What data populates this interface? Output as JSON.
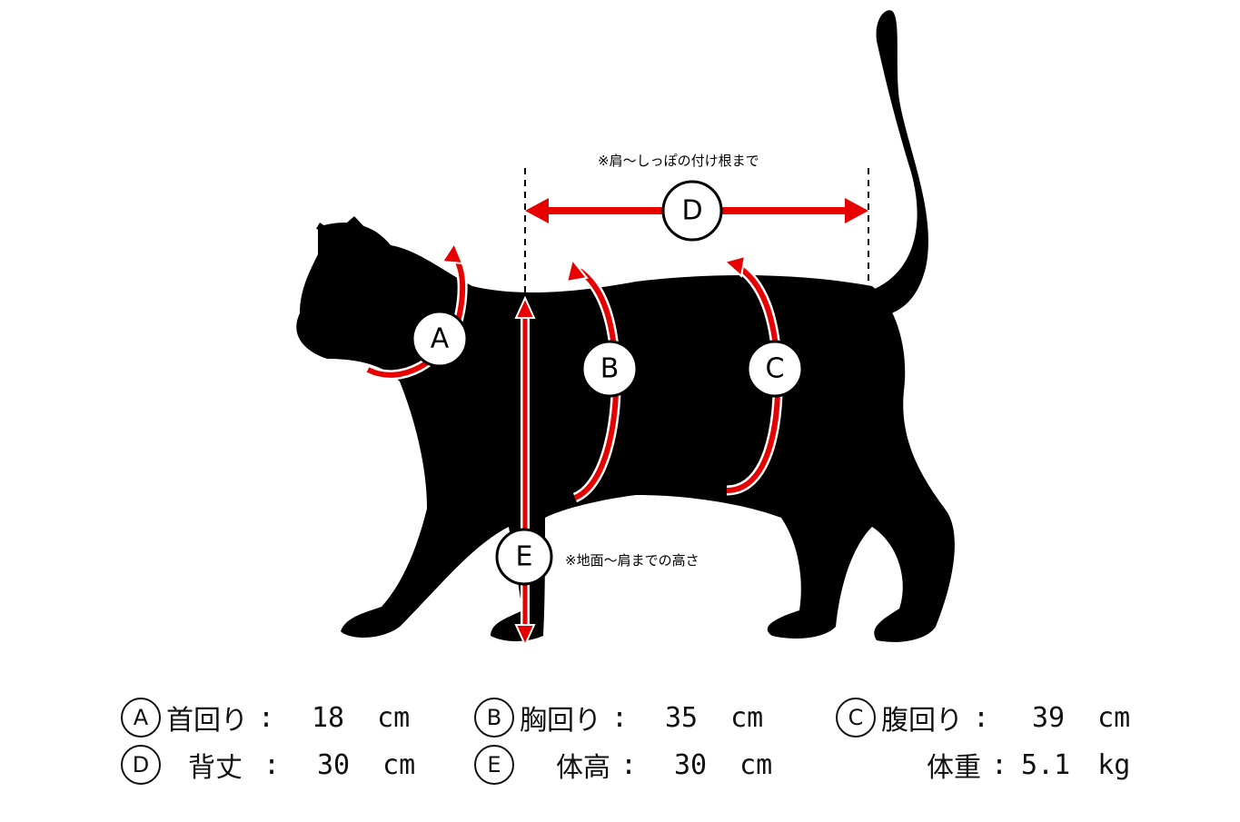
{
  "notes": {
    "back": "※肩～しっぽの付け根まで",
    "height": "※地面～肩までの高さ"
  },
  "markers": [
    {
      "letter": "A"
    },
    {
      "letter": "B"
    },
    {
      "letter": "C"
    },
    {
      "letter": "D"
    },
    {
      "letter": "E"
    }
  ],
  "measurements": {
    "neck": {
      "badge": "A",
      "label": "首回り",
      "value": "18",
      "unit": "cm"
    },
    "chest": {
      "badge": "B",
      "label": "胸回り",
      "value": "35",
      "unit": "cm"
    },
    "belly": {
      "badge": "C",
      "label": "腹回り",
      "value": "39",
      "unit": "cm"
    },
    "back": {
      "badge": "D",
      "label": "背丈",
      "value": "30",
      "unit": "cm"
    },
    "height": {
      "badge": "E",
      "label": "体高",
      "value": "30",
      "unit": "cm"
    },
    "weight": {
      "label": "体重",
      "value": "5.1",
      "unit": "kg"
    }
  },
  "colors": {
    "accent": "#e60000",
    "silhouette": "#000000"
  }
}
